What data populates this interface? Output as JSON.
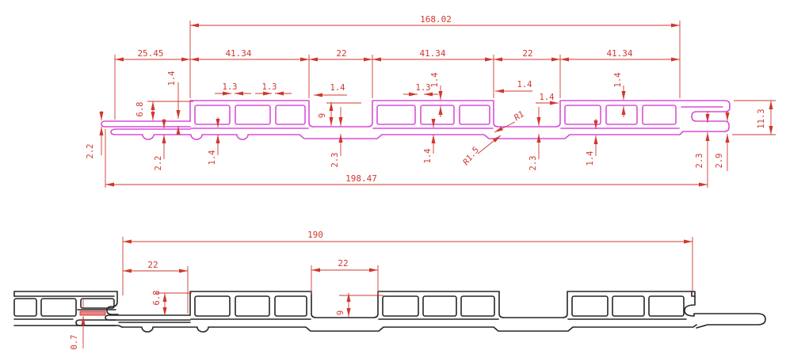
{
  "meta": {
    "drawing_type": "CAD profile cross-section drawing",
    "subject": "hollow composite wall-panel extrusion profile and two-panel assembly"
  },
  "colors": {
    "profile_top_view": "#d84fd8",
    "profile_bottom_view": "#262626",
    "dimension": "#cf382e",
    "joint_highlight": "#ef8383",
    "background": "#ffffff"
  },
  "top_view": {
    "name": "single-profile-cross-section",
    "dims": {
      "upper_total": "168.02",
      "overall_width": "198.47",
      "seg_ledge": "25.45",
      "seg_sec1": "41.34",
      "seg_chan1": "22",
      "seg_sec2": "41.34",
      "seg_chan2": "22",
      "seg_sec3": "41.34",
      "tongue_wall": "1.4",
      "cavity_height": "6.8",
      "rib1": "1.3",
      "rib2": "1.3",
      "chan1_wall": "1.4",
      "chan1_depth": "9",
      "rib3": "1.3",
      "top_wall_mid": "1.4",
      "chan2_wall_left": "1.4",
      "chan2_wall_right": "1.4",
      "top_wall_right": "1.4",
      "fillet_inner": "R1",
      "fillet_outer": "R1.5",
      "tongue_thickness": "2.2",
      "ledge_floor_thickness": "2.2",
      "base_wall_1": "1.4",
      "chan1_floor": "2.3",
      "base_wall_2": "1.4",
      "chan2_floor": "2.3",
      "base_wall_3": "1.4",
      "lip_wall": "2.3",
      "lip_height": "2.9",
      "total_height": "11.3"
    }
  },
  "bottom_view": {
    "name": "two-panel-assembly-cross-section",
    "dims": {
      "overall_width": "190",
      "chan1_width": "22",
      "chan2_width": "22",
      "cavity_height": "6.8",
      "chan_depth": "9",
      "joint_gap": "0.7"
    }
  }
}
